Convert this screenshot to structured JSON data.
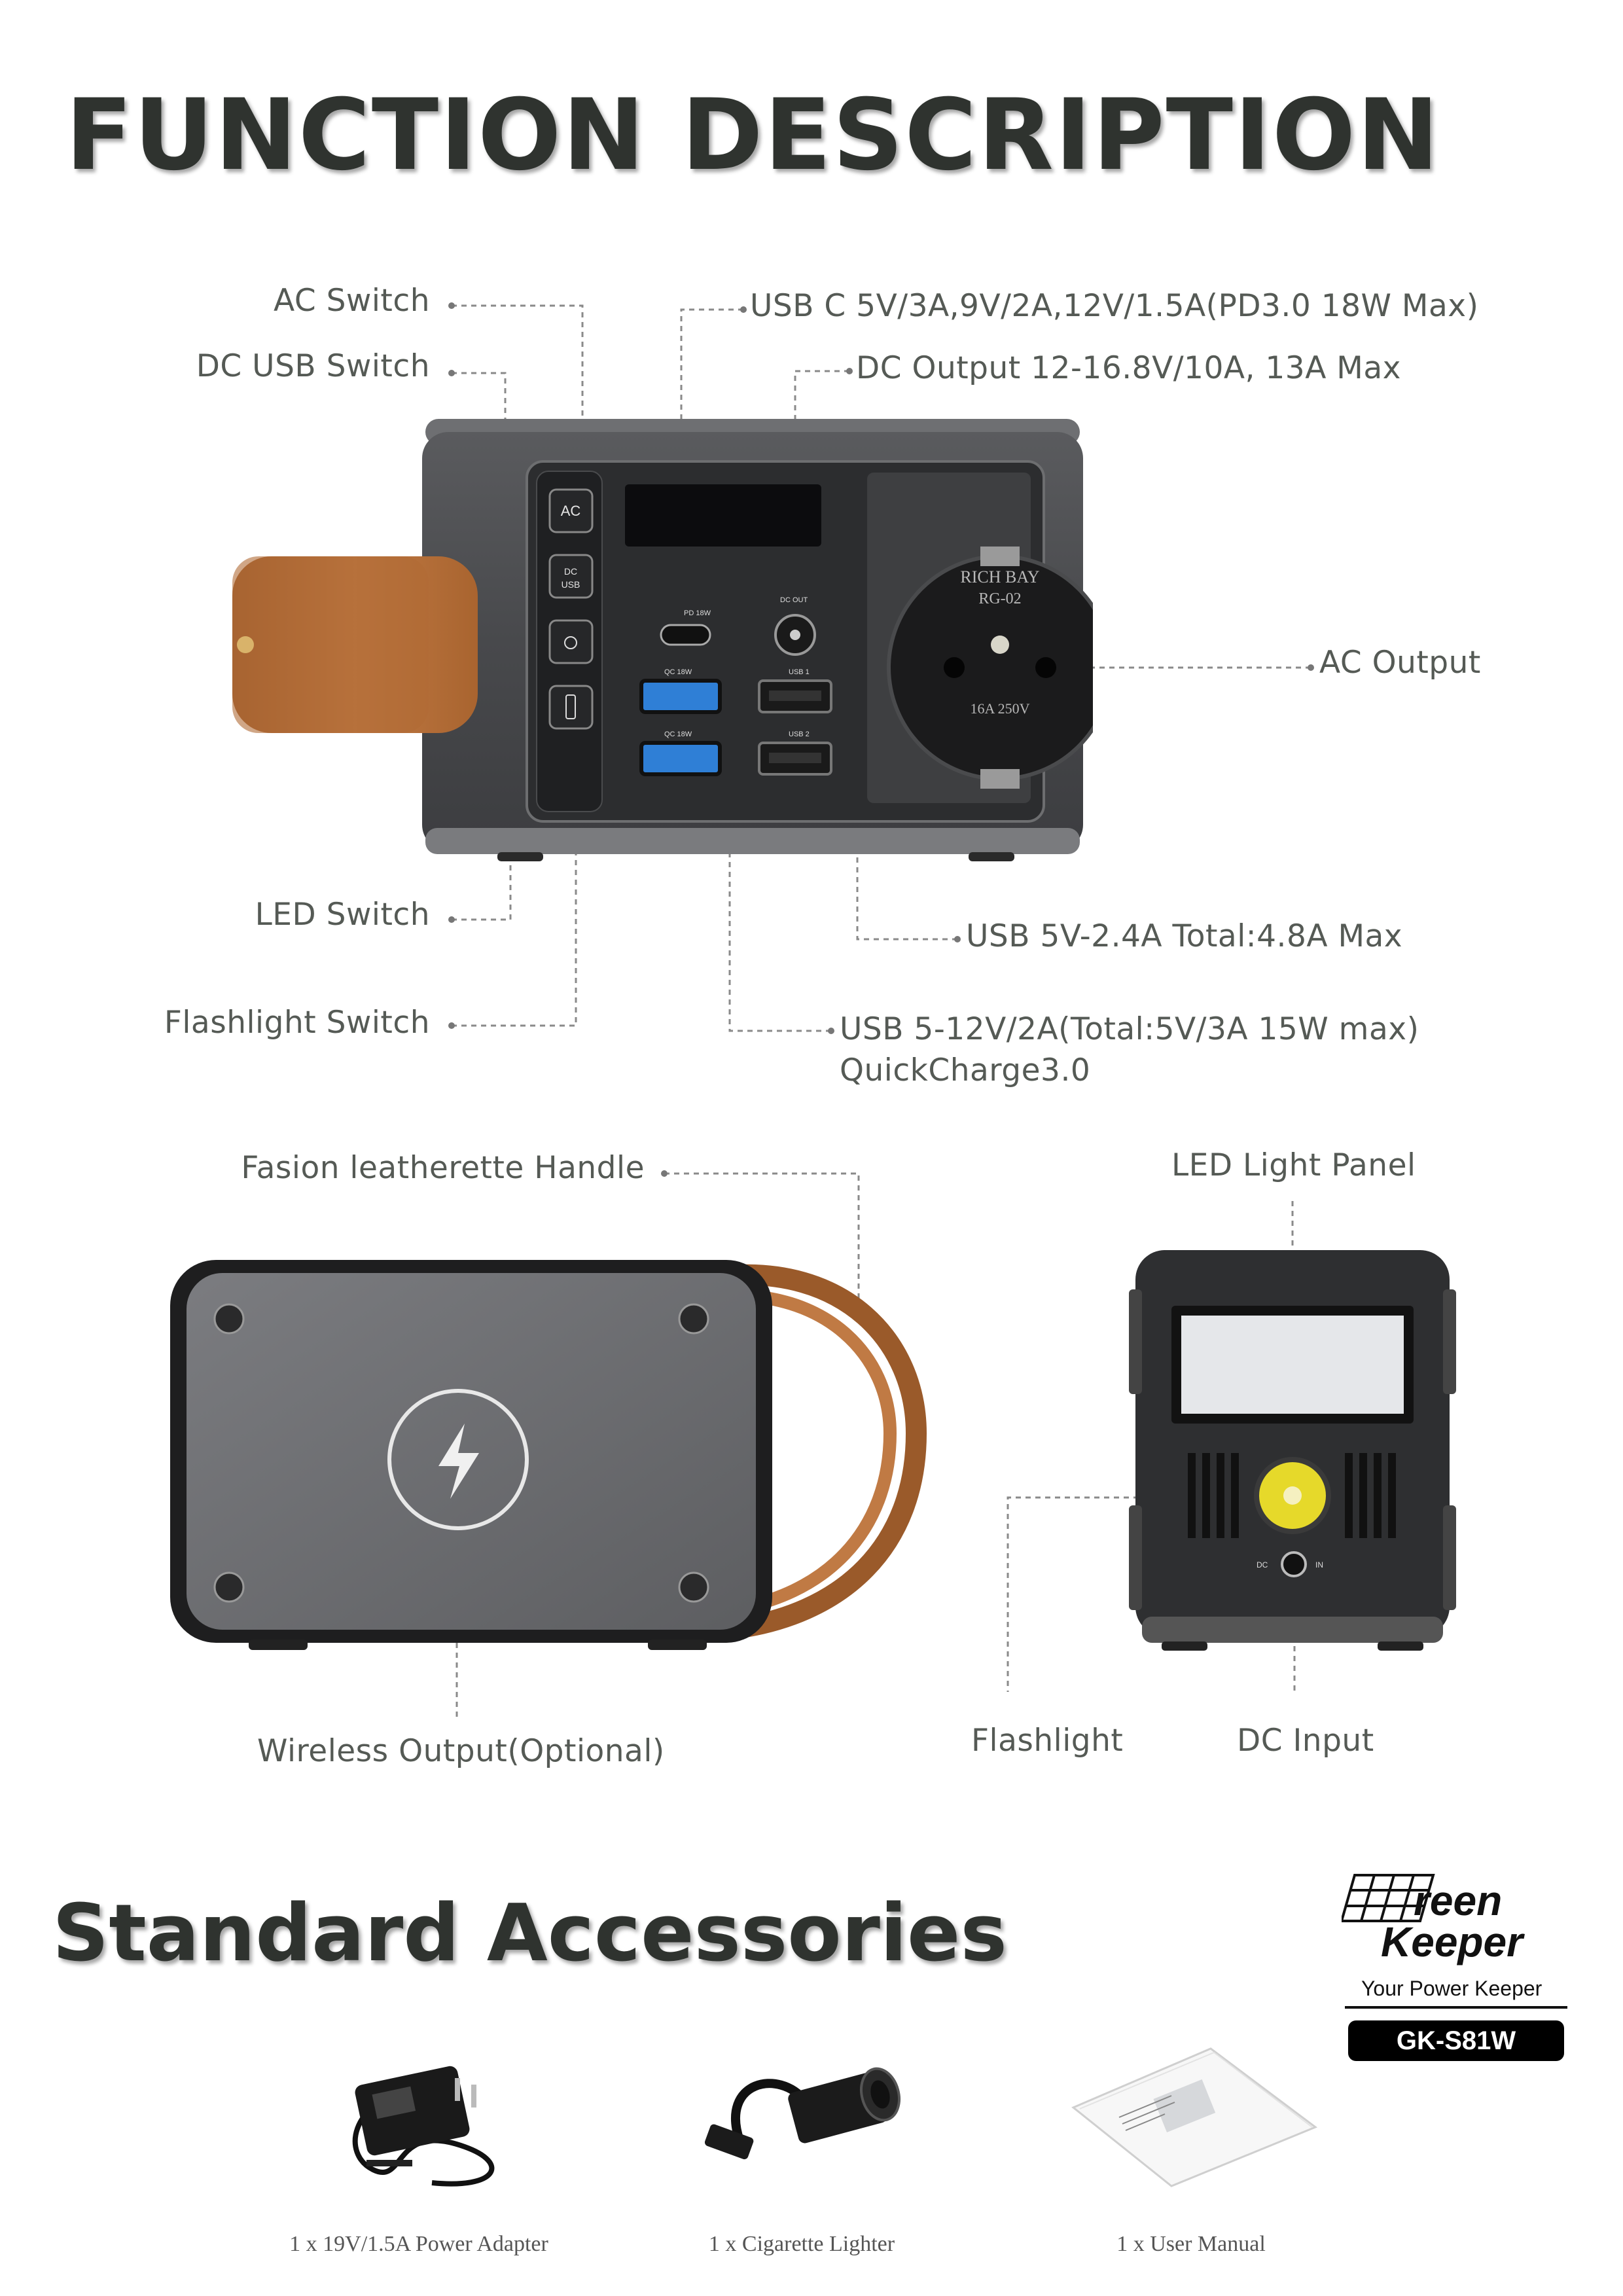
{
  "heading": "FUNCTION DESCRIPTION",
  "callouts": {
    "ac_switch": "AC Switch",
    "dc_usb_switch": "DC USB Switch",
    "usb_c": "USB C 5V/3A,9V/2A,12V/1.5A(PD3.0 18W Max)",
    "dc_output": "DC  Output 12-16.8V/10A, 13A Max",
    "ac_output": "AC Output",
    "led_switch": "LED Switch",
    "flashlight_switch": "Flashlight Switch",
    "usb_5v": "USB 5V-2.4A  Total:4.8A Max",
    "usb_qc_line1": "USB 5-12V/2A(Total:5V/3A 15W max)",
    "usb_qc_line2": "QuickCharge3.0",
    "handle": "Fasion leatherette Handle",
    "led_panel": "LED Light Panel",
    "wireless": "Wireless Output(Optional)",
    "flashlight": "Flashlight",
    "dc_input": "DC Input"
  },
  "panel": {
    "btn_ac": "AC",
    "btn_dc_usb_1": "DC",
    "btn_dc_usb_2": "USB",
    "pd_label": "PD 18W",
    "dc_out_label": "DC OUT",
    "qc1_label": "QC 18W",
    "qc2_label": "QC 18W",
    "usb1_label": "USB 1",
    "usb2_label": "USB 2",
    "socket_brand": "RICH BAY",
    "socket_model": "RG-02",
    "socket_rating": "16A  250V",
    "side_dc": "DC",
    "side_in": "IN"
  },
  "accessories_heading": "Standard Accessories",
  "brand": {
    "name_top": "reen",
    "name_bottom": "Keeper",
    "tagline": "Your Power Keeper",
    "model": "GK-S81W"
  },
  "accessories": [
    {
      "caption": "1 x 19V/1.5A Power Adapter"
    },
    {
      "caption": "1 x Cigarette Lighter"
    },
    {
      "caption": "1 x User Manual"
    }
  ],
  "colors": {
    "title": "#2f332f",
    "device_body": "#4a4b4d",
    "leather": "#b8703a",
    "usb_qc_blue": "#2f7fd6",
    "flashlight_yellow": "#e6d92a"
  }
}
